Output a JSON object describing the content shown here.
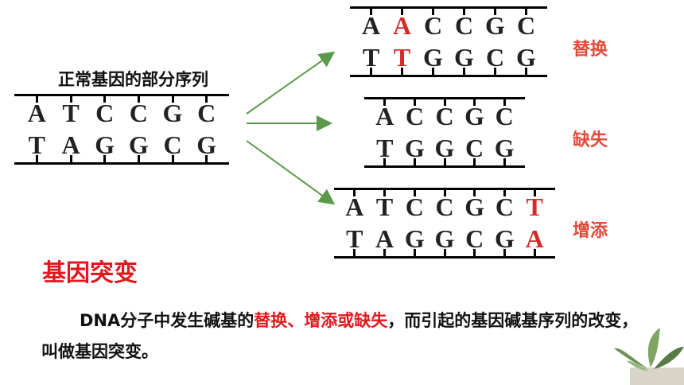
{
  "caption": "正常基因的部分序列",
  "normal": {
    "top": [
      "A",
      "T",
      "C",
      "C",
      "G",
      "C"
    ],
    "bottom": [
      "T",
      "A",
      "G",
      "G",
      "C",
      "G"
    ]
  },
  "substitution": {
    "label": "替换",
    "top": [
      "A",
      "A",
      "C",
      "C",
      "G",
      "C"
    ],
    "bottom": [
      "T",
      "T",
      "G",
      "G",
      "C",
      "G"
    ],
    "highlight_index": [
      1
    ]
  },
  "deletion": {
    "label": "缺失",
    "top": [
      "A",
      "C",
      "C",
      "G",
      "C"
    ],
    "bottom": [
      "T",
      "G",
      "G",
      "C",
      "G"
    ],
    "highlight_index": []
  },
  "insertion": {
    "label": "增添",
    "top": [
      "A",
      "T",
      "C",
      "C",
      "G",
      "C",
      "T"
    ],
    "bottom": [
      "T",
      "A",
      "G",
      "G",
      "C",
      "G",
      "A"
    ],
    "highlight_index": [
      6
    ]
  },
  "heading": "基因突变",
  "paragraph": {
    "part1": "DNA分子中发生碱基的",
    "highlight": "替换、增添或缺失",
    "part2": "，而引起的基因碱基序列的改变，叫做基因突变。"
  },
  "colors": {
    "red": "#e0191f",
    "label_red": "#e24a3a",
    "arrow": "#5a9a4a"
  }
}
